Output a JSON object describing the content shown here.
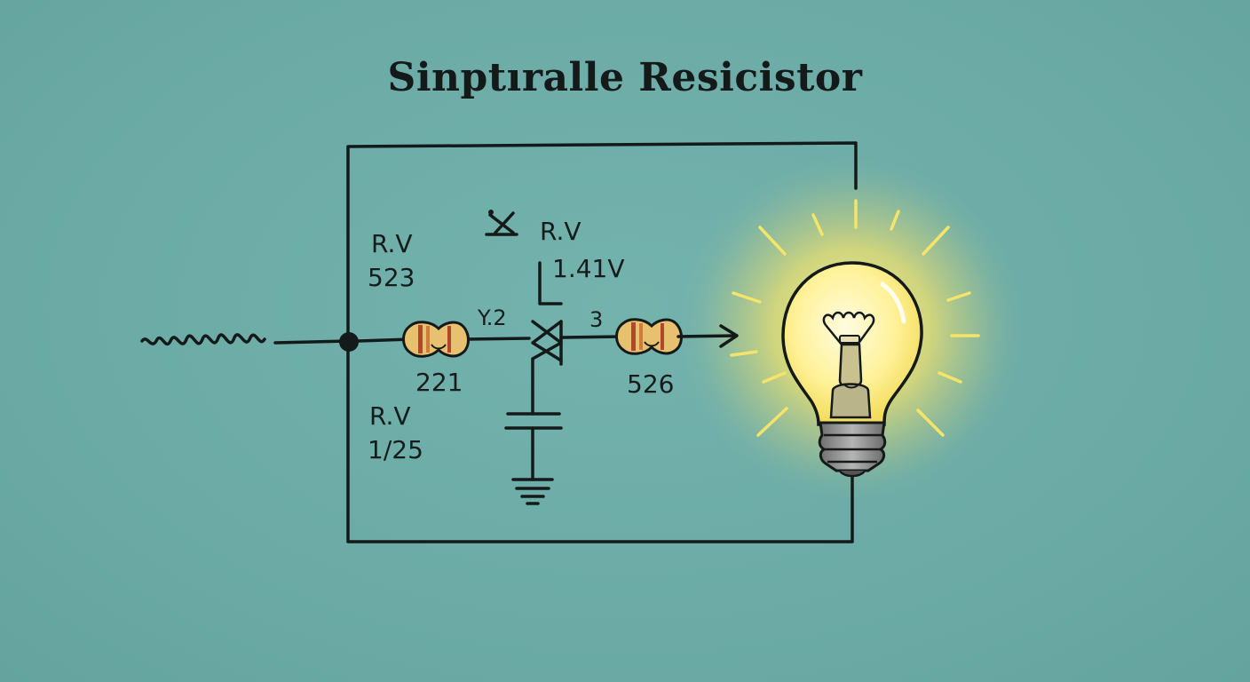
{
  "title": "Sinptıralle Resicistor",
  "labels": {
    "left_top_name": "R.V",
    "left_top_value": "523",
    "left_bottom_name": "R.V",
    "left_bottom_value": "1/25",
    "resistor1_value": "221",
    "resistor1_node": "Y.2",
    "middle_name": "R.V",
    "middle_value": "1.41V",
    "resistor2_node": "3",
    "resistor2_value": "526",
    "switch_mark": "✕"
  },
  "icons": {
    "signal": "ac-source-squiggle-icon",
    "resistor": "resistor-icon",
    "capacitor": "capacitor-icon",
    "ground": "ground-icon",
    "transistor": "transistor-icon",
    "bulb": "lightbulb-icon"
  },
  "colors": {
    "background": "#6fada8",
    "ink": "#141a1a",
    "resistor_body": "#e8c170",
    "resistor_band": "#b5452c",
    "bulb_glow": "#fff27a",
    "bulb_glass": "#fff6b0",
    "bulb_base": "#8f8f8f"
  }
}
